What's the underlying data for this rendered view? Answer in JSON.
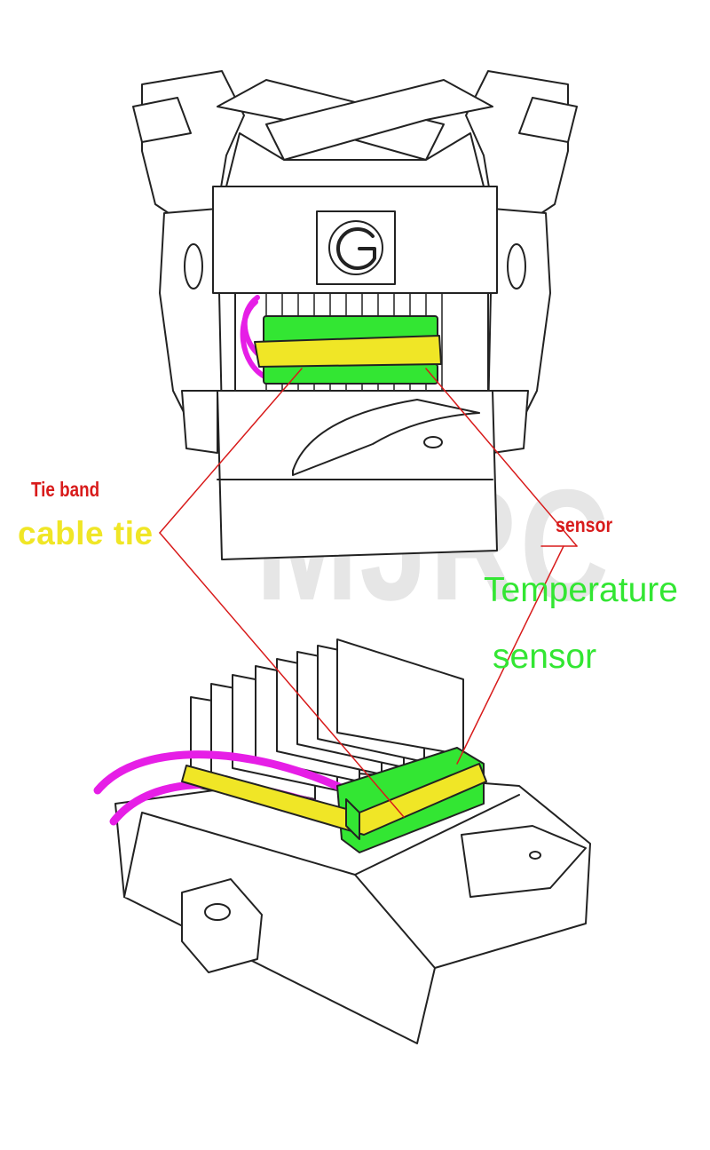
{
  "watermark": "MJRC",
  "labels": {
    "tie_band": "Tie band",
    "cable_tie": "cable tie",
    "sensor": "sensor",
    "temperature_sensor_line1": "Temperature",
    "temperature_sensor_line2": "sensor"
  },
  "colors": {
    "heat_sink_pad": "#33e633",
    "cable_tie": "#f0e626",
    "wire": "#e61ee6",
    "leader_line": "#d81b1b",
    "outline": "#222222"
  },
  "logo_text": "G"
}
